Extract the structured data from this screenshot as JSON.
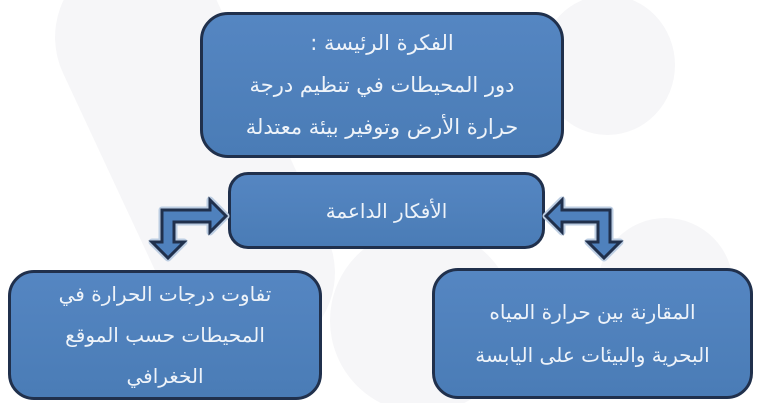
{
  "diagram": {
    "nodes": {
      "main_idea": {
        "lines": [
          "الفكرة الرئيسة :",
          "دور المحيطات في تنظيم درجة",
          "حرارة الأرض وتوفير بيئة معتدلة"
        ]
      },
      "supporting": {
        "lines": [
          "الأفكار الداعمة"
        ]
      },
      "temperature_variation": {
        "lines": [
          "تفاوت درجات الحرارة في",
          "المحيطات حسب الموقع",
          "الخغرافي"
        ]
      },
      "water_land_comparison": {
        "lines": [
          "المقارنة بين حرارة المياه",
          "البحرية والبيئات على اليابسة"
        ]
      }
    },
    "icons": {
      "left_connector": "elbow-double-arrow-left-down",
      "right_connector": "elbow-double-arrow-right-down"
    },
    "colors": {
      "node_fill": "#4f81bd",
      "node_fill_top": "#5586c2",
      "node_fill_bottom": "#4a7cb6",
      "node_border": "#20304c",
      "text": "#eef3f9",
      "arrow_fill": "#4f81bd",
      "arrow_outline": "#20304c",
      "arrow_halo": "#bccde2",
      "background": "#ffffff",
      "watermark": "#f6f6f8"
    }
  }
}
